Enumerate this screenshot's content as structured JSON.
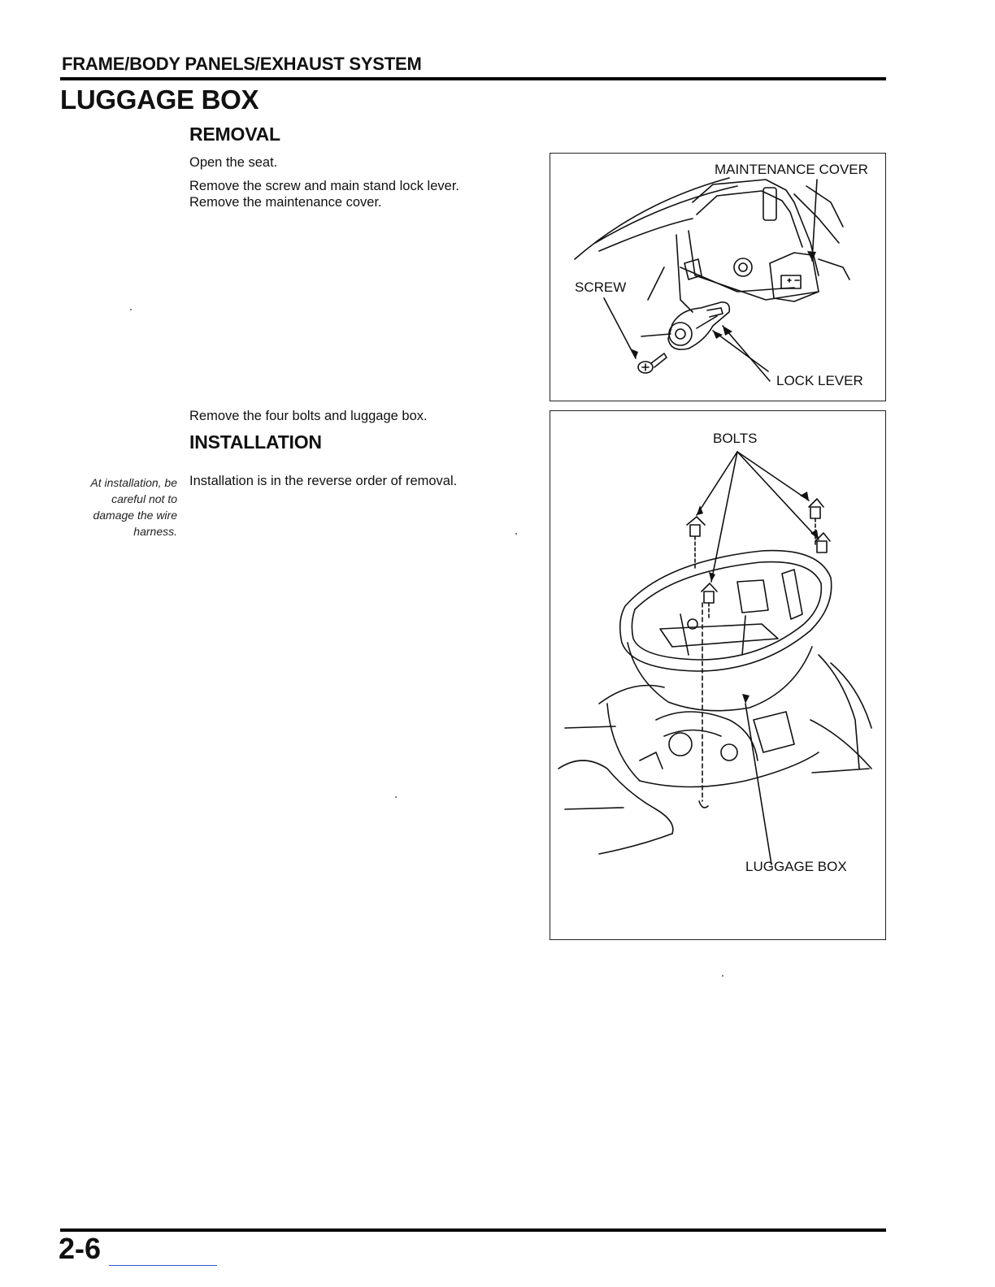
{
  "header": {
    "section": "FRAME/BODY PANELS/EXHAUST SYSTEM",
    "title": "LUGGAGE BOX"
  },
  "removal": {
    "heading": "REMOVAL",
    "step1": "Open the seat.",
    "step2_line1": "Remove the screw and main stand lock lever.",
    "step2_line2": "Remove the maintenance cover.",
    "step3": "Remove the four bolts and luggage box."
  },
  "installation": {
    "heading": "INSTALLATION",
    "text": "Installation is in the reverse order of removal.",
    "note_lines": [
      "At installation, be",
      "careful not to",
      "damage the wire",
      "harness."
    ]
  },
  "figure1": {
    "maintenance_cover": "MAINTENANCE COVER",
    "screw": "SCREW",
    "lock_lever": "LOCK LEVER"
  },
  "figure2": {
    "bolts": "BOLTS",
    "luggage_box": "LUGGAGE BOX"
  },
  "footer": {
    "page_number": "2-6"
  }
}
